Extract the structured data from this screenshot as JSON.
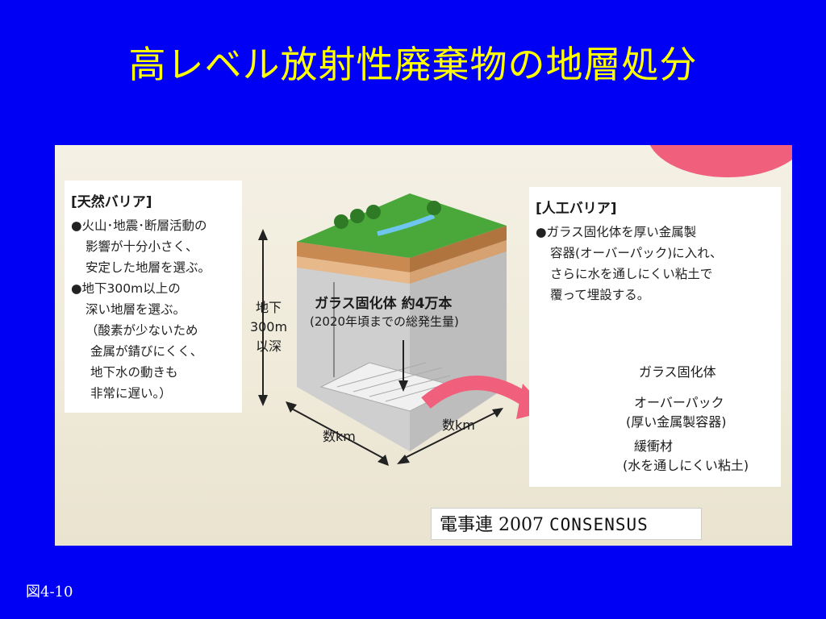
{
  "slide": {
    "title": "高レベル放射性廃棄物の地層処分",
    "figure_number": "図4-10"
  },
  "natural_barrier": {
    "heading": "[天然バリア]",
    "lines": [
      "●火山･地震･断層活動の",
      "影響が十分小さく、",
      "安定した地層を選ぶ。",
      "●地下300m以上の",
      "深い地層を選ぶ。",
      "（酸素が少ないため",
      "金属が錆びにくく、",
      "地下水の動きも",
      "非常に遅い。）"
    ]
  },
  "artificial_barrier": {
    "heading": "[人工バリア]",
    "lines": [
      "●ガラス固化体を厚い金属製",
      "容器(オーバーパック)に入れ、",
      "さらに水を通しにくい粘土で",
      "覆って埋設する。"
    ],
    "legend": [
      "ガラス固化体",
      "オーバーパック",
      "(厚い金属製容器)",
      "緩衝材",
      "(水を通しにくい粘土)"
    ]
  },
  "block": {
    "label": "ガラス固化体 約4万本",
    "sub": "(2020年頃までの総発生量)",
    "depth": [
      "地下",
      "300m",
      "以深"
    ],
    "width_left": "数km",
    "width_right": "数km"
  },
  "credit": {
    "printed": "電事連 2007",
    "handwritten": "CONSENSUS"
  },
  "colors": {
    "background": "#0000f5",
    "title": "#ffff00",
    "arrow": "#f0607c",
    "grass": "#4aa83a"
  }
}
